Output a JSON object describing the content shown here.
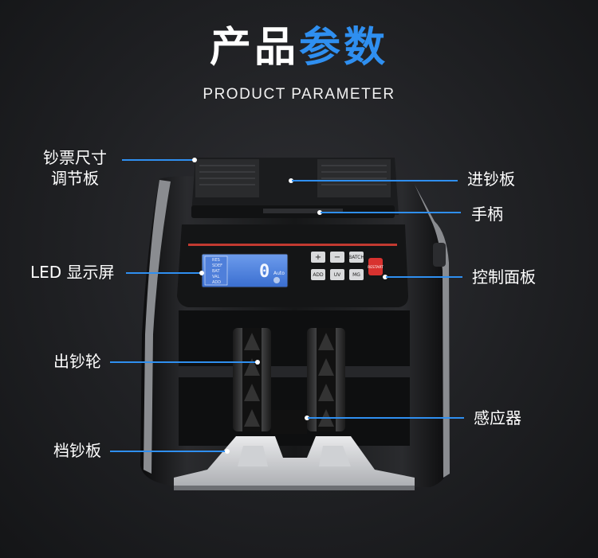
{
  "header": {
    "title_white": "产品",
    "title_blue": "参数",
    "subtitle": "PRODUCT PARAMETER"
  },
  "colors": {
    "accent": "#2f8ff0",
    "background": "#1f2023",
    "lcd": "#4a7fd8",
    "stop_button": "#d8322f"
  },
  "labels": {
    "note_adjust_line1": "钞票尺寸",
    "note_adjust_line2": "调节板",
    "led": "LED 显示屏",
    "out_wheel": "出钞轮",
    "stacker": "档钞板",
    "hopper": "进钞板",
    "handle": "手柄",
    "control_panel": "控制面板",
    "sensor": "感应器"
  },
  "panel": {
    "buttons": [
      "+",
      "−",
      "BATCH",
      "ADD",
      "UV",
      "MG"
    ],
    "stop": "RESTART",
    "lcd_value": "0",
    "lcd_mode": "Auto",
    "lcd_side": [
      "RES",
      "SDEF",
      "BAT",
      "VAL",
      "ADD"
    ]
  }
}
